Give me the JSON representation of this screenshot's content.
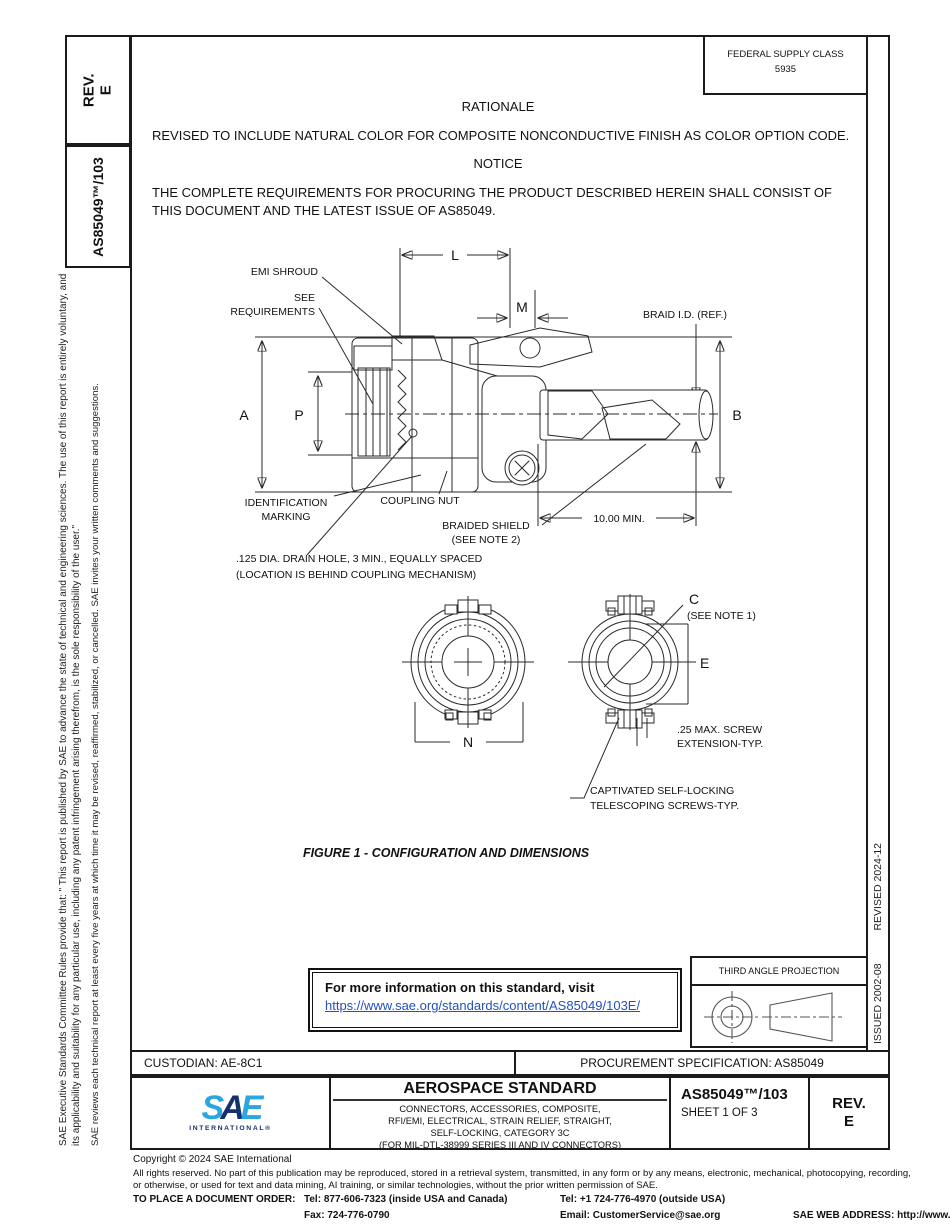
{
  "header": {
    "rev_label": "REV.",
    "rev_value": "E",
    "doc_number_vertical": "AS85049™/103",
    "federal_supply_class": "FEDERAL SUPPLY CLASS",
    "federal_supply_code": "5935",
    "issued": "ISSUED 2002-08",
    "revised": "REVISED 2024-12"
  },
  "sidebar": {
    "committee_note": "SAE Executive Standards Committee Rules provide that: \" This report is published by SAE to advance the state of technical and engineering sciences. The use of this report is entirely voluntary, and its applicability and suitability for any particular use, including any patent infringement arising therefrom, is the sole responsibility of the user.\"",
    "review_note": "SAE reviews each technical report at least every five years at which time it may be revised, reaffirmed, stabilized, or cancelled. SAE invites your written comments and suggestions."
  },
  "rationale": {
    "heading": "RATIONALE",
    "body": "REVISED TO INCLUDE NATURAL COLOR FOR COMPOSITE NONCONDUCTIVE FINISH AS COLOR OPTION CODE."
  },
  "notice": {
    "heading": "NOTICE",
    "body": "THE COMPLETE REQUIREMENTS FOR PROCURING THE PRODUCT DESCRIBED HEREIN SHALL CONSIST OF THIS DOCUMENT AND THE LATEST ISSUE OF AS85049."
  },
  "figure": {
    "caption": "FIGURE 1 - CONFIGURATION AND DIMENSIONS",
    "dims": {
      "l": "L",
      "m": "M",
      "a": "A",
      "p": "P",
      "b": "B",
      "n": "N",
      "c": "C",
      "e": "E"
    },
    "labels": {
      "emi_shroud": "EMI SHROUD",
      "see_req_1": "SEE",
      "see_req_2": "REQUIREMENTS",
      "braid_id": "BRAID I.D. (REF.)",
      "ident_1": "IDENTIFICATION",
      "ident_2": "MARKING",
      "coupling_nut": "COUPLING NUT",
      "braided_shield_1": "BRAIDED SHIELD",
      "braided_shield_2": "(SEE NOTE 2)",
      "min_length": "10.00 MIN.",
      "drain_1": ".125 DIA. DRAIN HOLE, 3 MIN., EQUALLY SPACED",
      "drain_2": "(LOCATION IS BEHIND COUPLING MECHANISM)",
      "see_note_1": "(SEE NOTE 1)",
      "screw_ext_1": ".25 MAX. SCREW",
      "screw_ext_2": "EXTENSION-TYP.",
      "captivated_1": "CAPTIVATED SELF-LOCKING",
      "captivated_2": "TELESCOPING SCREWS-TYP."
    }
  },
  "info_box": {
    "line1": "For more information on this standard, visit",
    "link": "https://www.sae.org/standards/content/AS85049/103E/"
  },
  "projection": {
    "title": "THIRD ANGLE PROJECTION"
  },
  "custodian_row": {
    "custodian": "CUSTODIAN: AE-8C1",
    "procurement": "PROCUREMENT SPECIFICATION: AS85049"
  },
  "title_block": {
    "logo_s": "S",
    "logo_a": "A",
    "logo_e": "E",
    "logo_sub": "INTERNATIONAL®",
    "heading": "AEROSPACE STANDARD",
    "subtitle_1": "CONNECTORS, ACCESSORIES, COMPOSITE,",
    "subtitle_2": "RFI/EMI, ELECTRICAL, STRAIN RELIEF, STRAIGHT,",
    "subtitle_3": "SELF-LOCKING, CATEGORY 3C",
    "subtitle_4": "(FOR MIL-DTL-38999 SERIES III AND IV CONNECTORS)",
    "doc_number": "AS85049™/103",
    "sheet": "SHEET 1 OF 3",
    "rev_label": "REV.",
    "rev_value": "E"
  },
  "footer": {
    "copyright": "Copyright © 2024 SAE International",
    "rights_1": "All rights reserved. No part of this publication may be reproduced, stored in a retrieval system, transmitted, in any form or by any means, electronic, mechanical, photocopying, recording,",
    "rights_2": "or otherwise, or used for text and data mining, AI training, or similar technologies, without the prior written permission of SAE.",
    "order_label": "TO PLACE A DOCUMENT ORDER:",
    "tel_1": "Tel: 877-606-7323 (inside USA and Canada)",
    "tel_2": "Tel: +1 724-776-4970 (outside USA)",
    "fax": "Fax: 724-776-0790",
    "email": "Email: CustomerService@sae.org",
    "web": "SAE WEB ADDRESS: http://www.sae.org"
  },
  "colors": {
    "line_black": "#1b1b1b",
    "link_blue": "#2151c4",
    "sae_light_blue": "#2aa7df",
    "sae_dark_blue": "#15316b"
  }
}
